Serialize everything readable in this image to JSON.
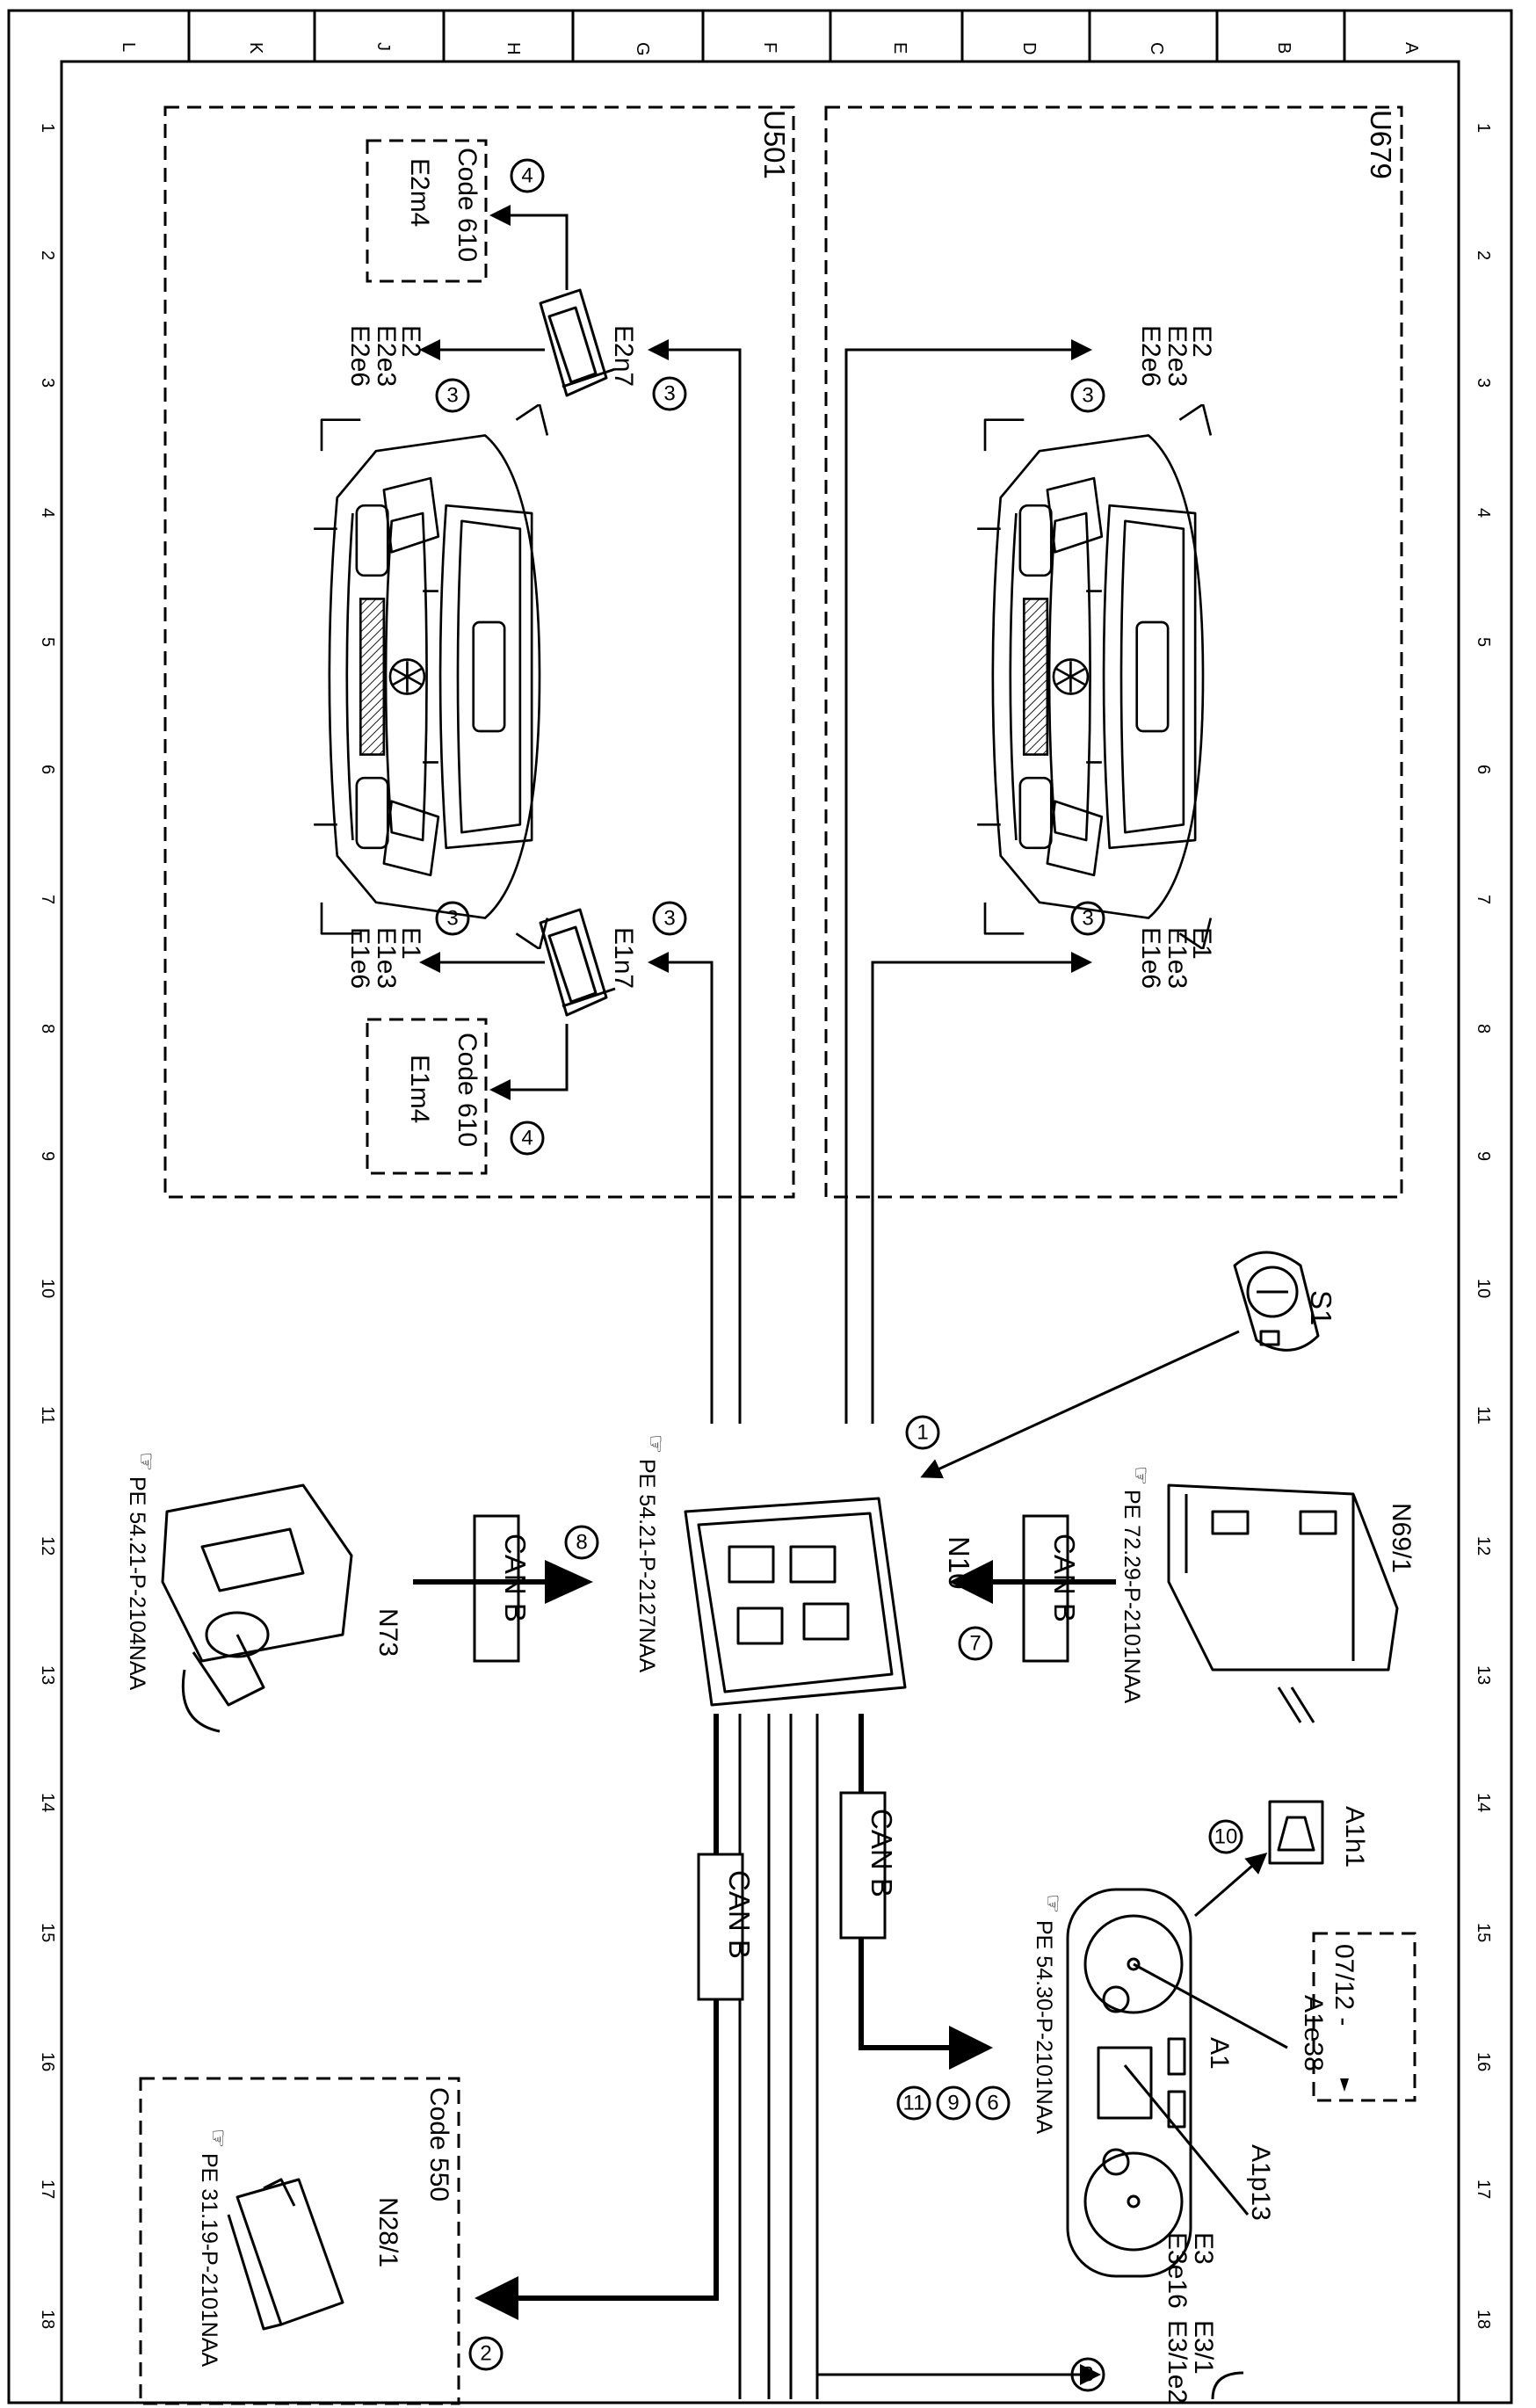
{
  "grid": {
    "letters": [
      "L",
      "K",
      "J",
      "H",
      "G",
      "F",
      "E",
      "D",
      "C",
      "B",
      "A"
    ],
    "numbers": [
      "1",
      "2",
      "3",
      "4",
      "5",
      "6",
      "7",
      "8",
      "9",
      "10",
      "11",
      "12",
      "13",
      "14",
      "15",
      "16",
      "17",
      "18"
    ]
  },
  "boxes": {
    "u501": "U501",
    "u679": "U679",
    "code550": "Code 550"
  },
  "u501": {
    "e2n7": "E2n7",
    "e1n7": "E1n7",
    "right_lamp": [
      "E2",
      "E2e3",
      "E2e6"
    ],
    "left_lamp": [
      "E1",
      "E1e3",
      "E1e6"
    ],
    "code_top": [
      "Code 610",
      "E2m4"
    ],
    "code_bottom": [
      "Code 610",
      "E1m4"
    ]
  },
  "u679": {
    "right_lamp": [
      "E2",
      "E2e3",
      "E2e6"
    ],
    "left_lamp": [
      "E1",
      "E1e3",
      "E1e6"
    ]
  },
  "components": {
    "s1": "S1",
    "n69": "N69/1",
    "n10": "N10",
    "n73": "N73",
    "a1": "A1",
    "a1e38": "A1e38",
    "a1p13": "A1p13",
    "a1h1": "A1h1",
    "code0712": "07/12 -",
    "n28": "N28/1",
    "e3": [
      "E3",
      "E3e16"
    ],
    "e31": [
      "E3/1",
      "E3/1e2"
    ]
  },
  "bus": {
    "can_b": "CAN B"
  },
  "refs": {
    "n69": "PE 72.29-P-2101NAA",
    "n10": "PE 54.21-P-2127NAA",
    "n73": "PE 54.21-P-2104NAA",
    "a1": "PE 54.30-P-2101NAA",
    "n28": "PE 31.19-P-2101NAA"
  },
  "circles": {
    "c1": "1",
    "c2": "2",
    "c3": "3",
    "c4": "4",
    "c6": "6",
    "c7": "7",
    "c8": "8",
    "c9": "9",
    "c10": "10",
    "c11": "11"
  }
}
